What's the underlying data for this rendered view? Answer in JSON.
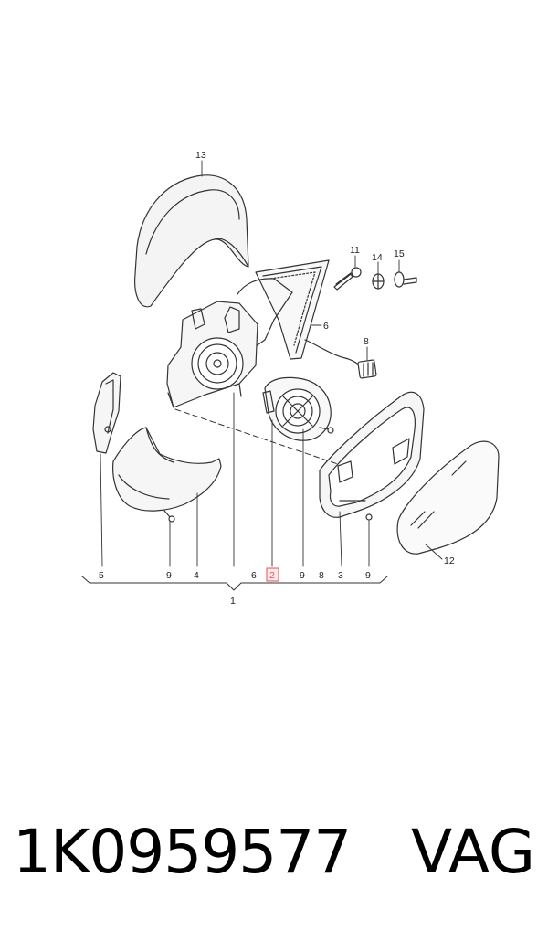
{
  "diagram": {
    "callouts": {
      "c13": "13",
      "c11": "11",
      "c14": "14",
      "c15": "15",
      "c6a": "6",
      "c8a": "8",
      "c12": "12",
      "c5": "5",
      "c9a": "9",
      "c4": "4",
      "c6b": "6",
      "c2": "2",
      "c9b": "9",
      "c8b": "8",
      "c3": "3",
      "c9c": "9",
      "c1": "1"
    },
    "highlight_color": "#e8505b"
  },
  "footer": {
    "part_number": "1K0959577",
    "brand": "VAG"
  }
}
